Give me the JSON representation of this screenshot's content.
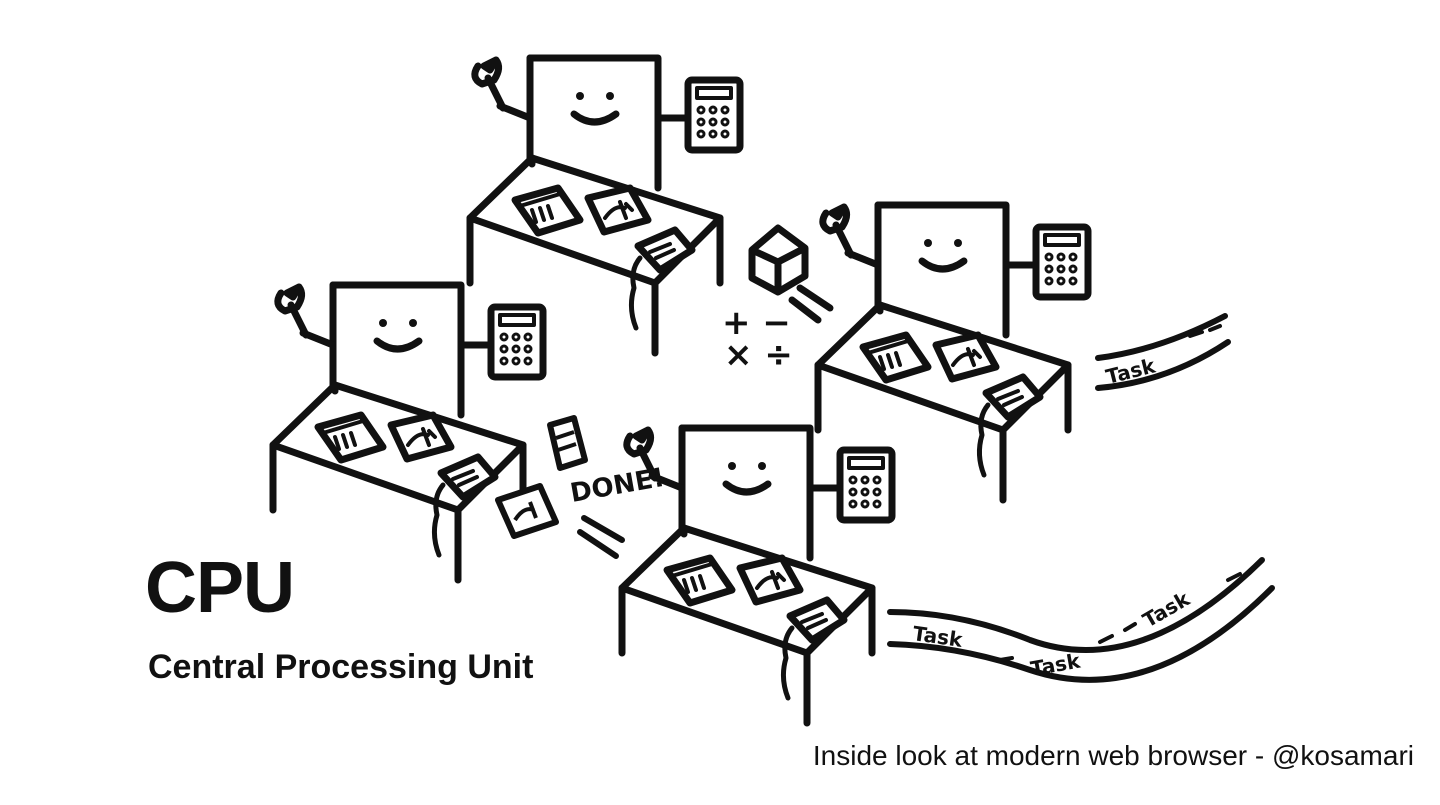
{
  "slide": {
    "title": "CPU",
    "subtitle": "Central Processing Unit",
    "credit": "Inside look at modern web browser - @kosamari"
  },
  "illustration": {
    "workers": [
      {
        "id": "back"
      },
      {
        "id": "right"
      },
      {
        "id": "left"
      },
      {
        "id": "front"
      }
    ],
    "labels": {
      "done": "DONE!",
      "ops_top": "+ −",
      "ops_bottom": "× ÷",
      "task_right": "Task",
      "task_front_1": "Task",
      "task_front_2": "Task",
      "task_front_3": "Task"
    }
  },
  "colors": {
    "ink": "#111111",
    "background": "#ffffff"
  }
}
